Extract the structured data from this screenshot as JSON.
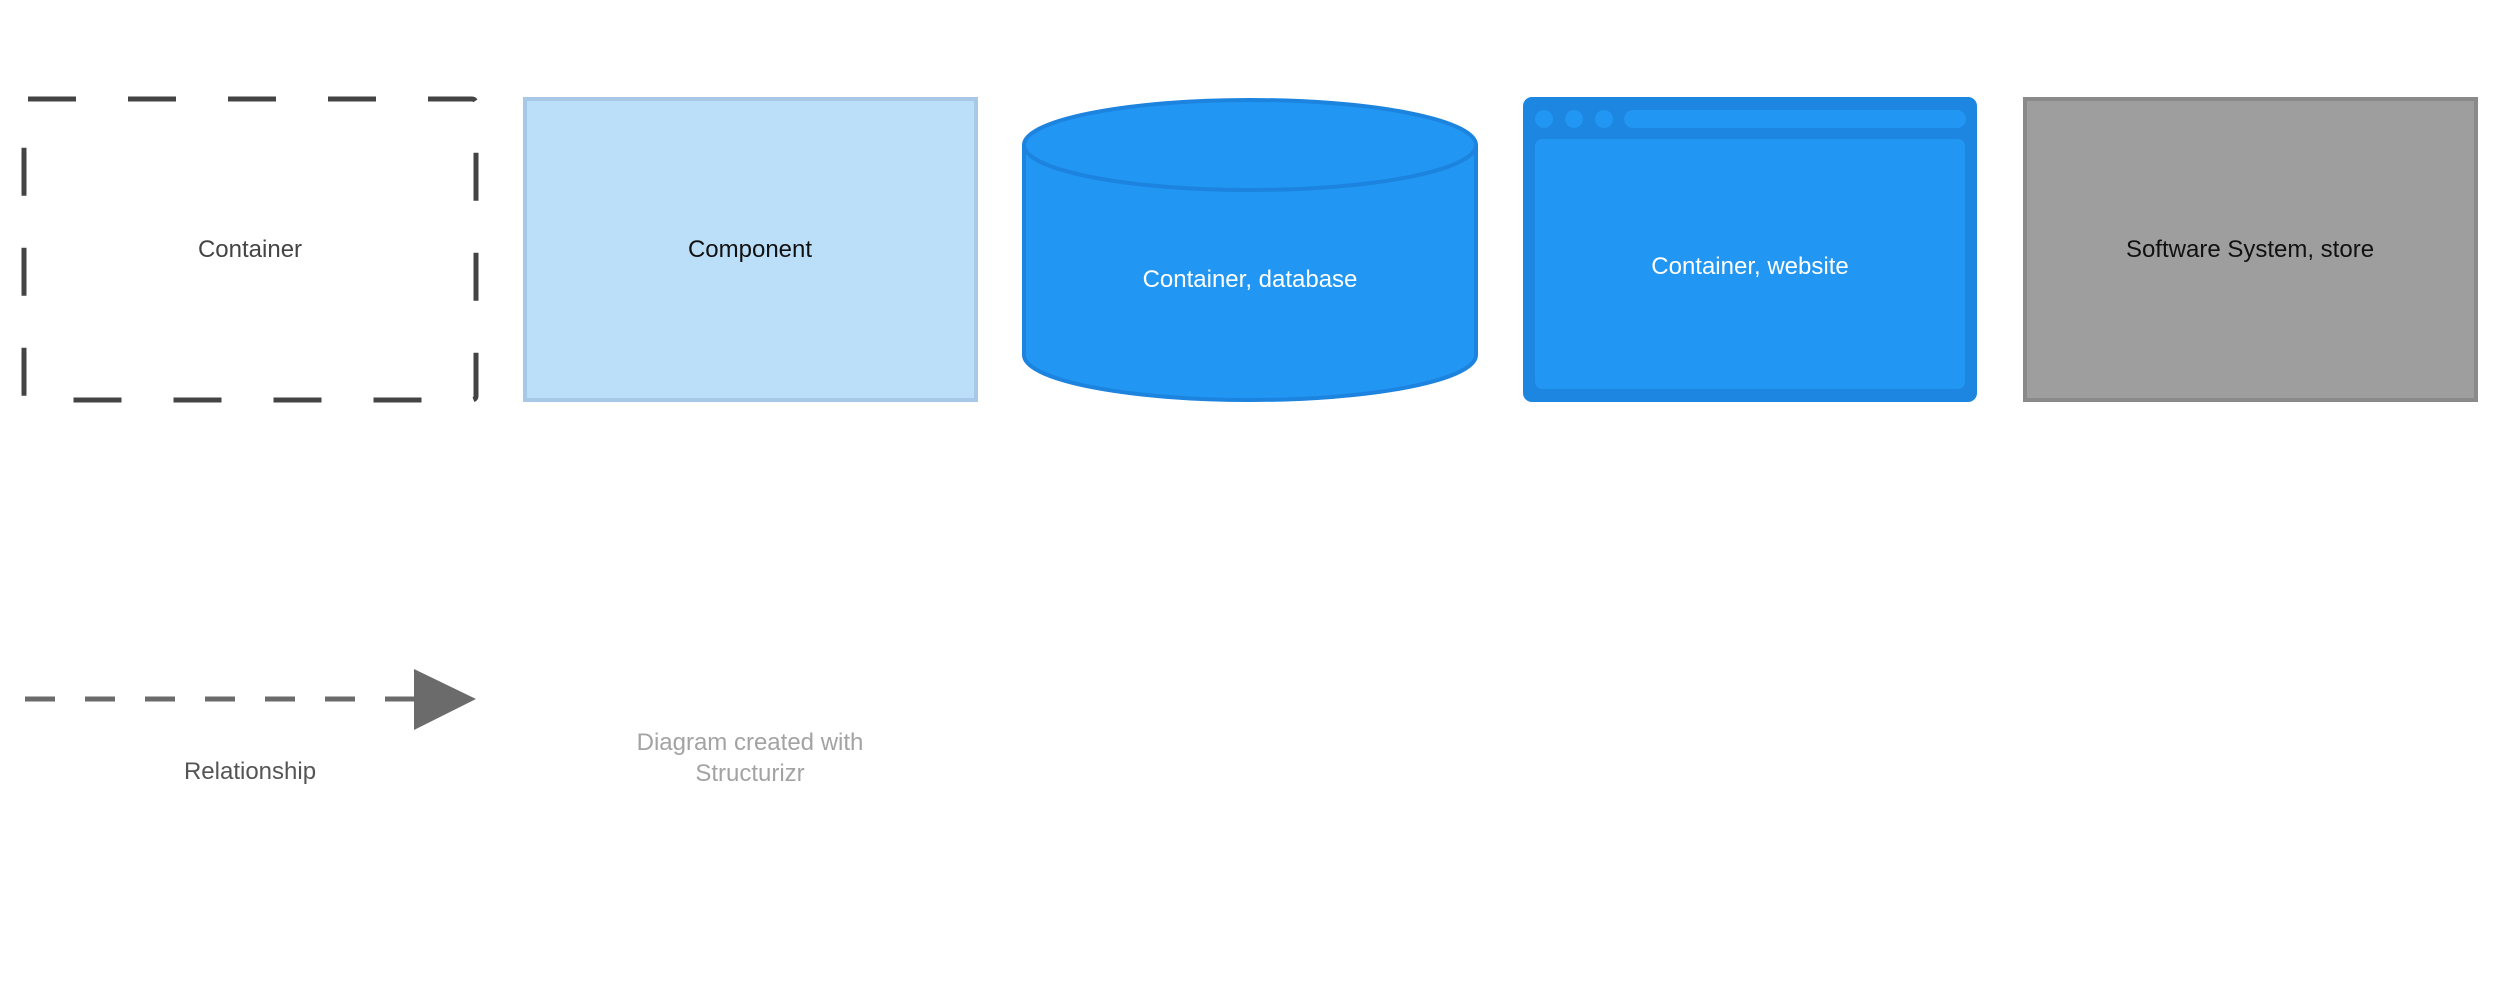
{
  "legend": {
    "container": {
      "label": "Container",
      "stroke": "#444444",
      "fill": "#ffffff",
      "text_color": "#444444"
    },
    "component": {
      "label": "Component",
      "stroke": "#a7c8e6",
      "fill": "#bcdff9",
      "text_color": "#111111"
    },
    "database": {
      "label": "Container, database",
      "stroke": "#1c83df",
      "fill": "#2196f3",
      "text_color": "#ffffff"
    },
    "website": {
      "label": "Container, website",
      "frame": "#1c86e0",
      "fill": "#2196f3",
      "text_color": "#ffffff"
    },
    "store": {
      "label": "Software System, store",
      "stroke": "#8a8a8a",
      "fill": "#9e9e9e",
      "text_color": "#111111"
    },
    "relationship": {
      "label": "Relationship",
      "color": "#6b6b6b",
      "text_color": "#555555"
    }
  },
  "footer": {
    "line1": "Diagram created with",
    "line2": "Structurizr",
    "color": "#a3a3a3"
  }
}
